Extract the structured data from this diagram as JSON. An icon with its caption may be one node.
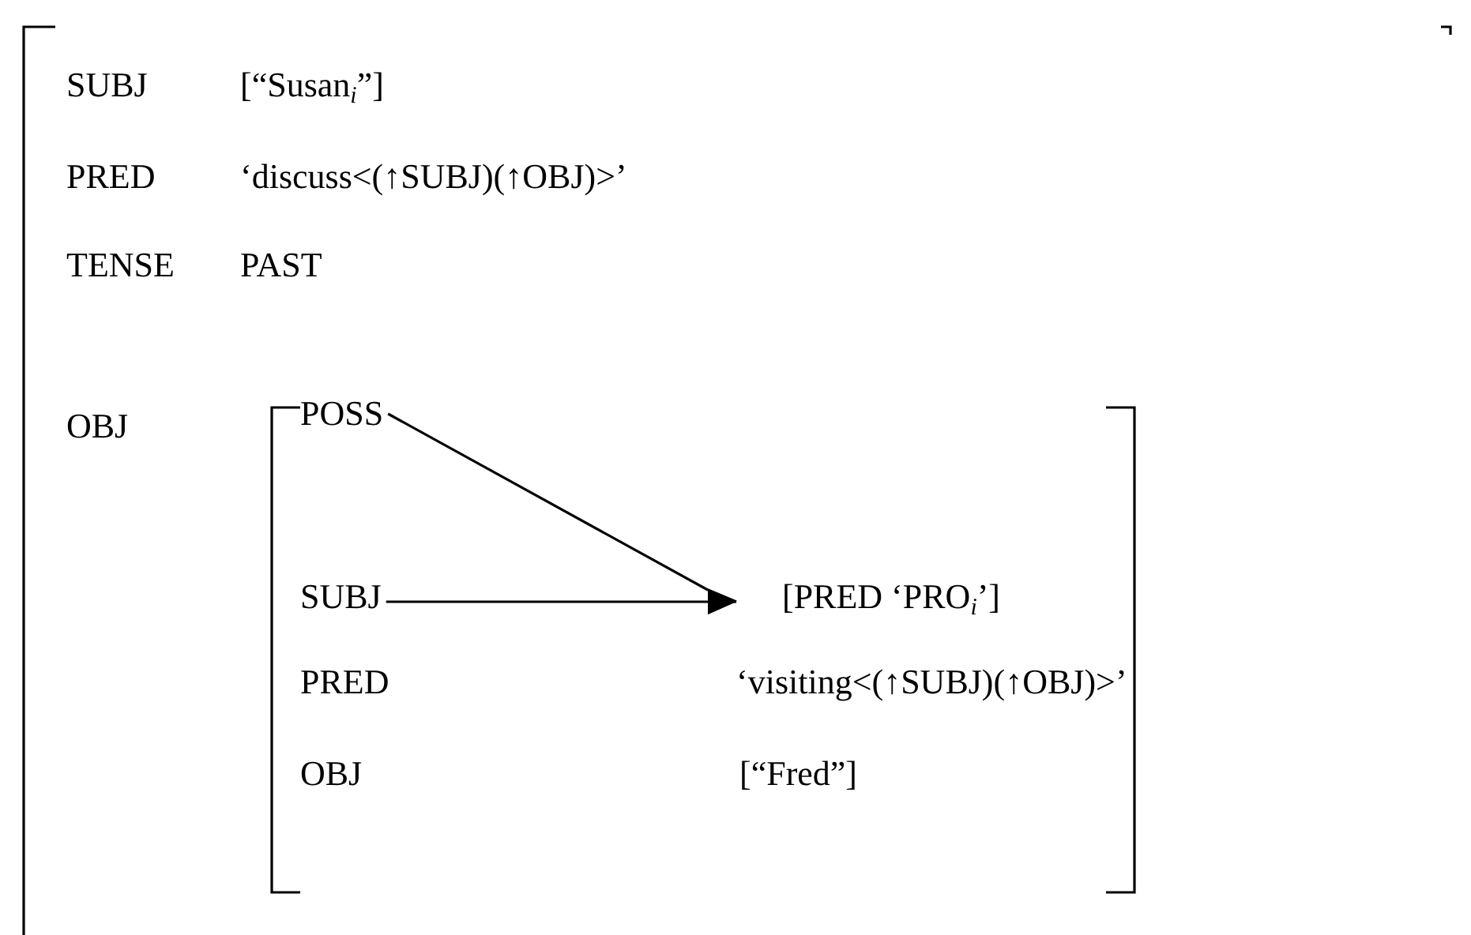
{
  "diagram": {
    "nodes": [
      {
        "text": [
          "POSS"
        ]
      },
      {
        "text": [
          "SUBJ"
        ]
      },
      {
        "text": [
          "[PRED  ‘PRO$_{i}$’]"
        ]
      }
    ],
    "edges": [
      {
        "from": 0,
        "to": 2,
        "arrow": "to"
      },
      {
        "from": 1,
        "to": 2,
        "arrow": "to"
      }
    ],
    "labels": [
      "SUBJ",
      "[“Susan$_{i}$”]",
      "PRED",
      "‘discuss<(↑SUBJ)(↑OBJ)>’",
      "TENSE",
      "PAST",
      "OBJ",
      "PRED",
      "‘visiting<(↑SUBJ)(↑OBJ)>’",
      "OBJ",
      "[“Fred”]"
    ]
  }
}
